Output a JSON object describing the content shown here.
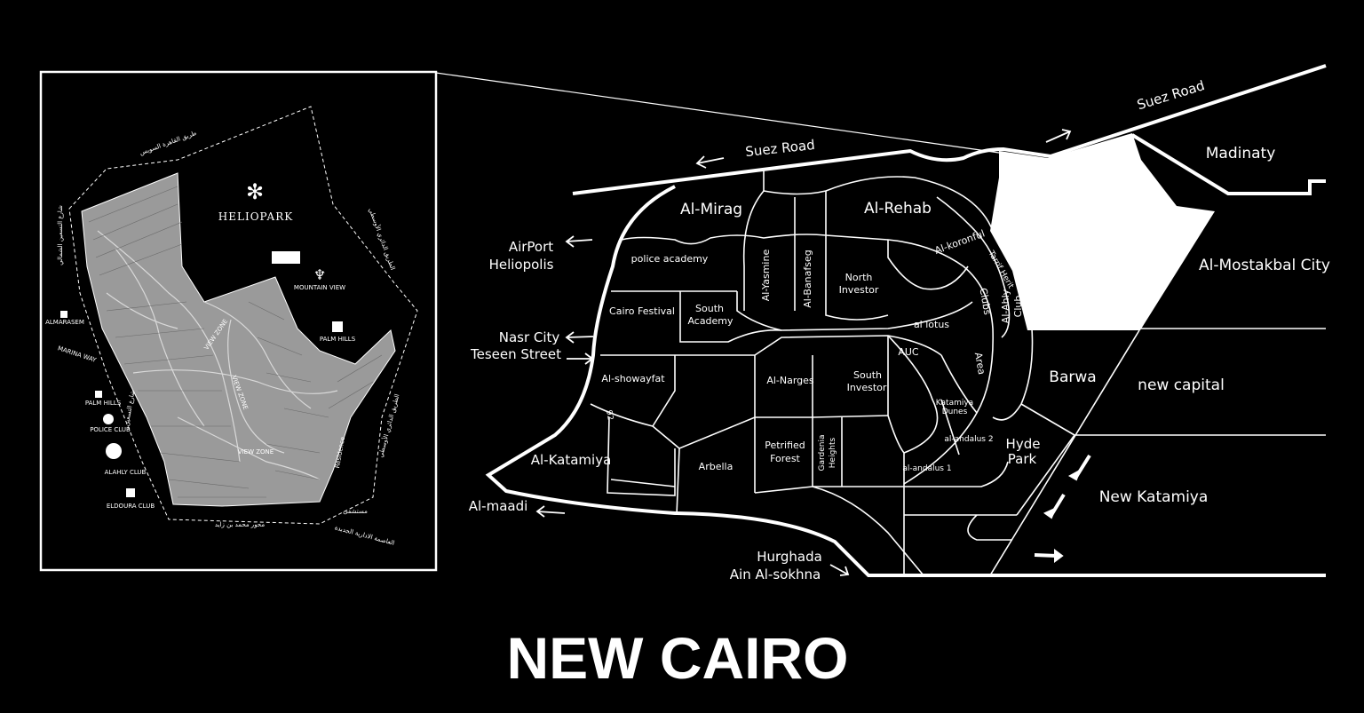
{
  "title": "NEW CAIRO",
  "inset": {
    "project_name": "HELIOPARK",
    "arabic_roads": {
      "top": "طريق القاهرة السويس",
      "left": "شارع التسعين الشمالي",
      "right_upper": "الطريق الدائري الأوسطي",
      "right_lower": "الطريق الدائري الأوسطي",
      "bottom": "محور محمد بن زايد",
      "bottom_right": "العاصمة الادارية الجديدة",
      "left_lower": "شارع التسعين"
    },
    "labels": {
      "mountain_view": "MOUNTAIN VIEW",
      "palm_hills": "PALM HILLS",
      "marina_way": "MARINA WAY",
      "almarasem": "ALMARASEM",
      "palm_hills_club": "PALM HILLS",
      "police_club": "POLICE CLUB",
      "alahly_club": "ALAHLY CLUB",
      "eldoura_club": "ELDOURA CLUB",
      "view_zone_1": "VIEW ZONE",
      "view_zone_2": "VIEW ZONE",
      "view_zone_3": "VIEW ZONE",
      "residence": "Residence",
      "hospital": "مستشفى"
    }
  },
  "map": {
    "roads": {
      "suez_road_top": "Suez Road",
      "suez_road_mid": "Suez Road",
      "airport": "AirPort",
      "heliopolis": "Heliopolis",
      "nasr_city": "Nasr City",
      "teseen": "Teseen Street",
      "al_maadi": "Al-maadi",
      "hurghada": "Hurghada",
      "ain_sokhna": "Ain Al-sokhna",
      "ring_92": "92"
    },
    "districts": {
      "madinaty": "Madinaty",
      "al_mostakbal": "Al-Mostakbal City",
      "barwa": "Barwa",
      "new_capital": "new capital",
      "new_katamiya": "New Katamiya",
      "hyde_park_1": "Hyde",
      "hyde_park_2": "Park",
      "al_mirag": "Al-Mirag",
      "al_rehab": "Al-Rehab",
      "al_koronfol": "Al-koronful",
      "police_academy": "police academy",
      "al_yasmine": "Al-Yasmine",
      "al_banafseg": "Al-Banafseg",
      "north_investor_1": "North",
      "north_investor_2": "Investor",
      "tarrif": "Tarrif Herit",
      "clubs": "Clubs",
      "al_ahly_club_1": "Al-Ahly",
      "al_ahly_club_2": "Club",
      "cairo_festival": "Cairo Festival",
      "south_academy_1": "South",
      "south_academy_2": "Academy",
      "al_lotus": "al lotus",
      "auc": "AUC",
      "area": "Area",
      "al_showayfat": "Al-showayfat",
      "al_narges": "Al-Narges",
      "south_investor_1": "South",
      "south_investor_2": "Investor",
      "katameya_dunes_1": "Katamiya",
      "katameya_dunes_2": "Dunes",
      "al_andalus_2": "al-andalus 2",
      "al_andalus_1": "al-andalus 1",
      "al_katamiya": "Al-Katamiya",
      "arbella": "Arbella",
      "petrified_1": "Petrified",
      "petrified_2": "Forest",
      "gardenia_1": "Gardenia",
      "gardenia_2": "Heights"
    }
  },
  "colors": {
    "background": "#000000",
    "lines": "#ffffff",
    "inset_fill": "#9a9a9a"
  }
}
